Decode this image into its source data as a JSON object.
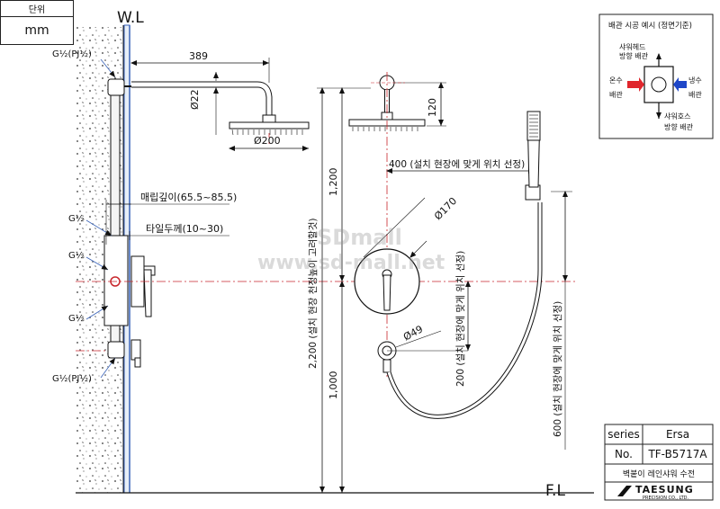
{
  "unit_box": {
    "header": "단위",
    "value": "mm"
  },
  "labels": {
    "wall_line": "W.L",
    "floor_line": "F.L",
    "g_pj_top": "G½(PJ½)",
    "g1": "G½",
    "g2": "G½",
    "g3": "G½",
    "g_pj_bottom": "G½(PJ½)",
    "embed_depth": "매립깊이(65.5~85.5)",
    "tile_thickness": "타일두께(10~30)"
  },
  "dimensions": {
    "arm_length": "389",
    "arm_dia": "Ø22",
    "head_dia": "Ø200",
    "head_height": "120",
    "offset_400": "400 (설치 현장에 맞게 위치 선정)",
    "plate_dia": "Ø170",
    "outlet_dia": "Ø49",
    "total_height": "2,200 (설치 현장 천정높이 고려할것)",
    "h1200": "1,200",
    "h1000": "1,000",
    "d200": "200 (설치 현장에 맞게 위치 선정)",
    "d600": "600 (설치 현장에 맞게 위치 선정)"
  },
  "watermark": {
    "line1": "SDmall",
    "line2": "www.sd-mall.net"
  },
  "install_example": {
    "title": "배관 시공 예시 (정면기준)",
    "shower_head": "샤워헤드",
    "shower_head_dir": "방향 배관",
    "hot": "온수",
    "hot_sub": "배관",
    "cold": "냉수",
    "cold_sub": "배관",
    "hose": "샤워호스",
    "hose_dir": "방향 배관",
    "hot_color": "#e0262c",
    "cold_color": "#1f47c8"
  },
  "title_block": {
    "series_label": "series",
    "series_value": "Ersa",
    "no_label": "No.",
    "no_value": "TF-B5717A",
    "product_name": "벽붙이 레인샤워 수전",
    "brand": "TAESUNG",
    "brand_sub": "PRECISION CO., LTD."
  }
}
